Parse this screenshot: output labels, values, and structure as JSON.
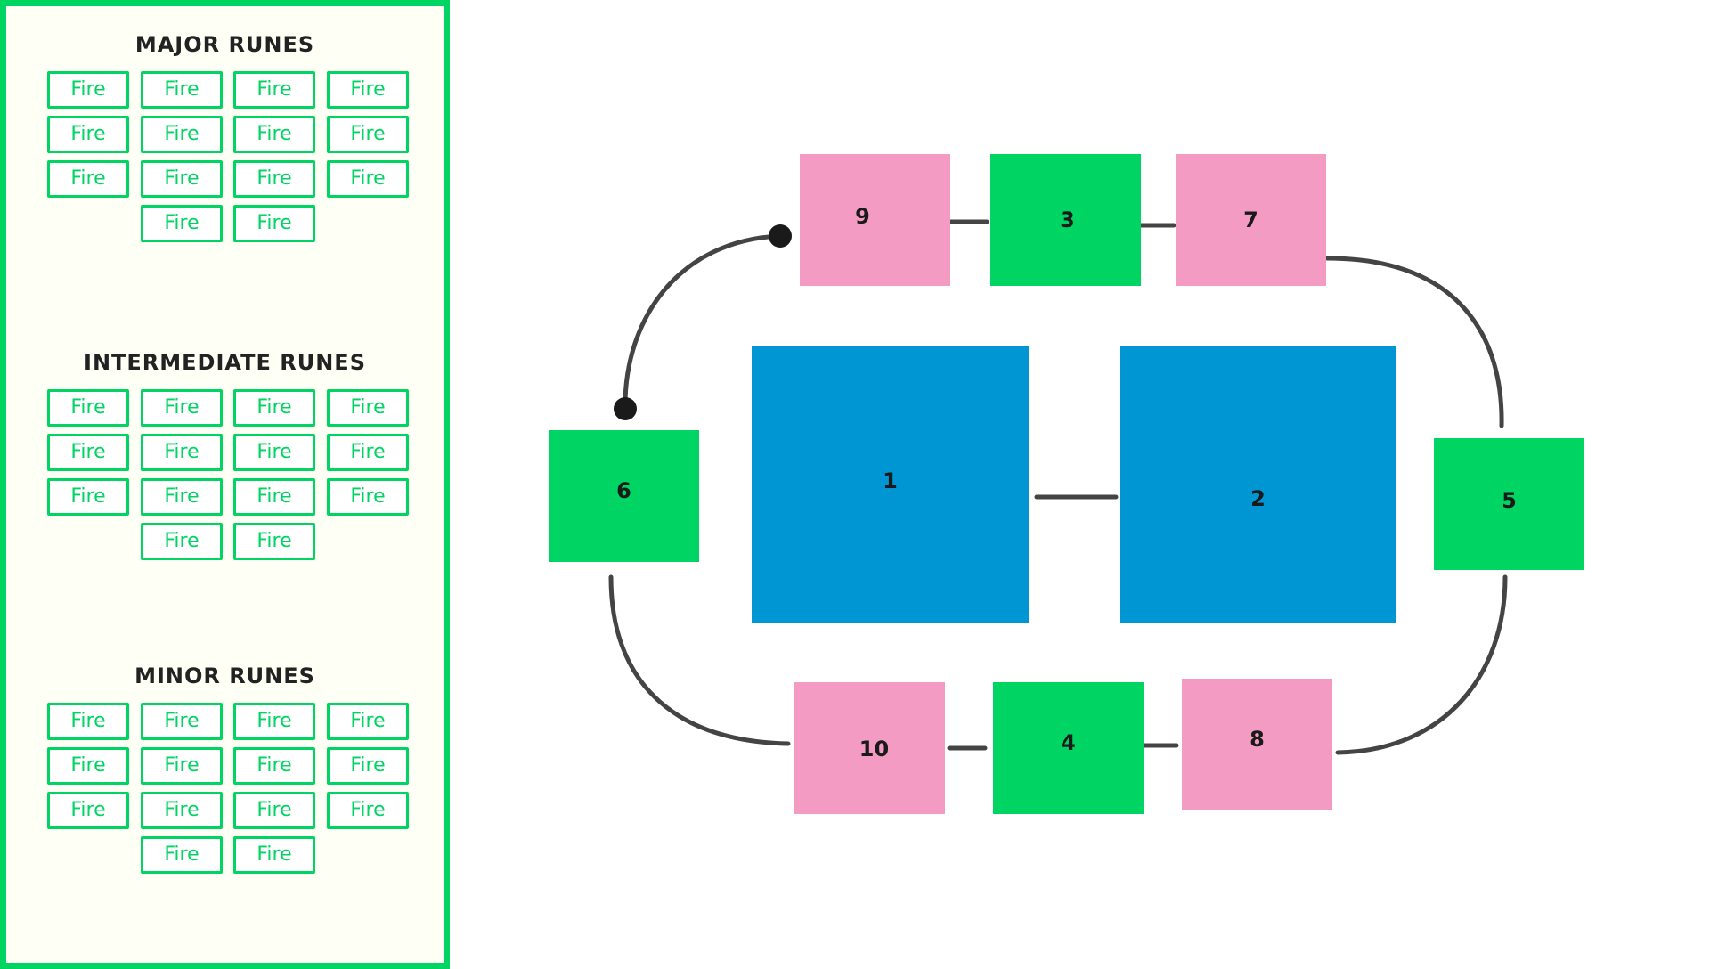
{
  "colors": {
    "accent_green": "#00d462",
    "panel_bg": "#fefff5",
    "tile_pink": "#f49bc4",
    "tile_green": "#00d462",
    "tile_blue": "#0096d3",
    "connector": "#444444",
    "marker": "#1a1a1a"
  },
  "rune_panel": {
    "sections": [
      {
        "title": "MAJOR RUNES",
        "runes": [
          "Fire",
          "Fire",
          "Fire",
          "Fire",
          "Fire",
          "Fire",
          "Fire",
          "Fire",
          "Fire",
          "Fire",
          "Fire",
          "Fire",
          "Fire",
          "Fire"
        ]
      },
      {
        "title": "INTERMEDIATE RUNES",
        "runes": [
          "Fire",
          "Fire",
          "Fire",
          "Fire",
          "Fire",
          "Fire",
          "Fire",
          "Fire",
          "Fire",
          "Fire",
          "Fire",
          "Fire",
          "Fire",
          "Fire"
        ]
      },
      {
        "title": "MINOR RUNES",
        "runes": [
          "Fire",
          "Fire",
          "Fire",
          "Fire",
          "Fire",
          "Fire",
          "Fire",
          "Fire",
          "Fire",
          "Fire",
          "Fire",
          "Fire",
          "Fire",
          "Fire"
        ]
      }
    ]
  },
  "board": {
    "tiles": [
      {
        "label": "1",
        "color": "blue"
      },
      {
        "label": "2",
        "color": "blue"
      },
      {
        "label": "3",
        "color": "green"
      },
      {
        "label": "4",
        "color": "green"
      },
      {
        "label": "5",
        "color": "green"
      },
      {
        "label": "6",
        "color": "green"
      },
      {
        "label": "7",
        "color": "pink"
      },
      {
        "label": "8",
        "color": "pink"
      },
      {
        "label": "9",
        "color": "pink"
      },
      {
        "label": "10",
        "color": "pink"
      }
    ]
  }
}
